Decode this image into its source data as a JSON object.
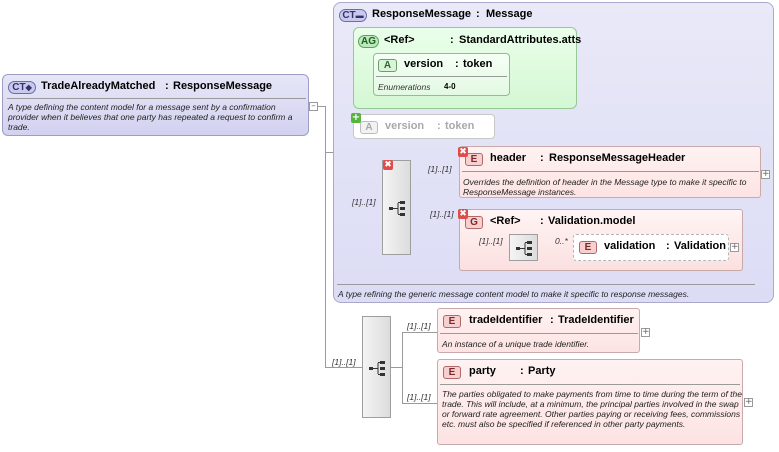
{
  "main_type": {
    "badge": "CT",
    "name": "TradeAlreadyMatched",
    "sep": ":",
    "base": "ResponseMessage",
    "description": "A type defining the content model for a message sent by a confirmation provider when it believes that one party has repeated a request to confirm a trade."
  },
  "base_type": {
    "badge": "CT",
    "name": "ResponseMessage",
    "sep": ":",
    "base": "Message",
    "description": "A type refining the generic message content model to make it specific to response messages."
  },
  "attr_group": {
    "badge": "AG",
    "ref": "<Ref>",
    "sep": ":",
    "name": "StandardAttributes.atts",
    "attribute": {
      "badge": "A",
      "name": "version",
      "sep": ":",
      "type": "token",
      "enum_label": "Enumerations",
      "enum_value": "4-0"
    }
  },
  "version_attr": {
    "badge": "A",
    "name": "version",
    "sep": ":",
    "type": "token"
  },
  "header_el": {
    "badge": "E",
    "name": "header",
    "sep": ":",
    "type": "ResponseMessageHeader",
    "card": "[1]..[1]",
    "description": "Overrides the definition of header in the Message type to make it specific to ResponseMessage instances."
  },
  "validation_group": {
    "badge": "G",
    "ref": "<Ref>",
    "sep": ":",
    "name": "Validation.model",
    "card": "[1]..[1]",
    "seq_card": "[1]..[1]",
    "element": {
      "badge": "E",
      "name": "validation",
      "sep": ":",
      "type": "Validation",
      "card": "0..*"
    }
  },
  "inner_seq_card": "[1]..[1]",
  "outer_seq_card": "[1]..[1]",
  "trade_id_el": {
    "badge": "E",
    "name": "tradeIdentifier",
    "sep": ":",
    "type": "TradeIdentifier",
    "card": "[1]..[1]",
    "description": "An instance of a unique trade identifier."
  },
  "party_el": {
    "badge": "E",
    "name": "party",
    "sep": ":",
    "type": "Party",
    "card": "[1]..[1]",
    "description": "The parties obligated to make payments from time to time during the term of the trade. This will include, at a minimum, the principal parties involved in the swap or forward rate agreement. Other parties paying or receiving fees, commissions etc. must also be specified if referenced in other party payments."
  },
  "icons": {
    "collapse": "minus-icon",
    "expand": "plus-icon",
    "required": "required-x-icon",
    "optional": "optional-plus-icon",
    "sequence": "sequence-icon",
    "extension": "extension-arrow-icon"
  },
  "colors": {
    "complex_type_bg": "#d8d8f2",
    "attribute_group_bg": "#dcf8dc",
    "element_bg": "#fde6e6",
    "line": "#9a9a9a"
  }
}
